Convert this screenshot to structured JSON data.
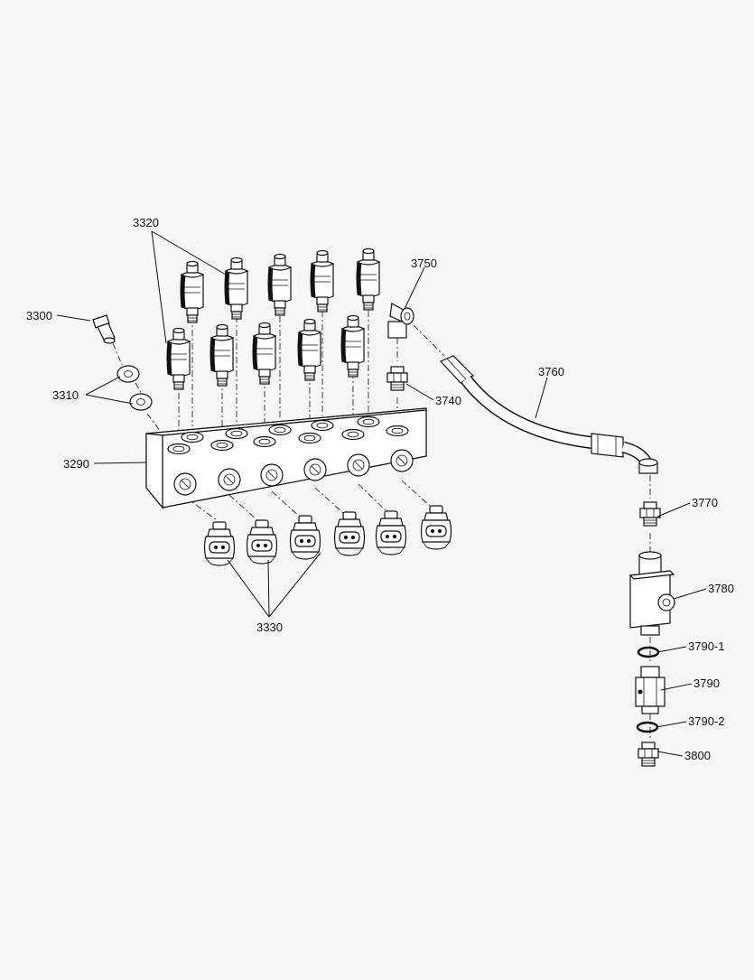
{
  "callouts": {
    "c3320": "3320",
    "c3300": "3300",
    "c3310": "3310",
    "c3290": "3290",
    "c3330": "3330",
    "c3750": "3750",
    "c3740": "3740",
    "c3760": "3760",
    "c3770": "3770",
    "c3780": "3780",
    "c3790_1": "3790-1",
    "c3790": "3790",
    "c3790_2": "3790-2",
    "c3800": "3800"
  }
}
